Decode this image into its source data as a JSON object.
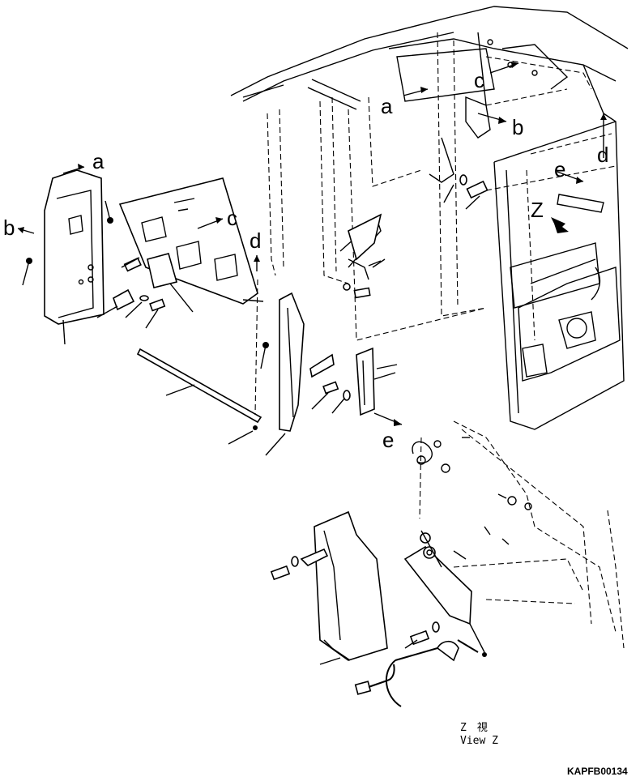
{
  "labels": {
    "a_left": "a",
    "b_left": "b",
    "c_mid": "c",
    "d_mid": "d",
    "e_mid": "e",
    "a_right": "a",
    "b_right": "b",
    "c_right": "c",
    "d_right": "d",
    "e_right": "e",
    "z_mark": "Z"
  },
  "caption": {
    "line1": "Z　視",
    "line2": "View Z"
  },
  "figure_code": "KAPFB00134"
}
